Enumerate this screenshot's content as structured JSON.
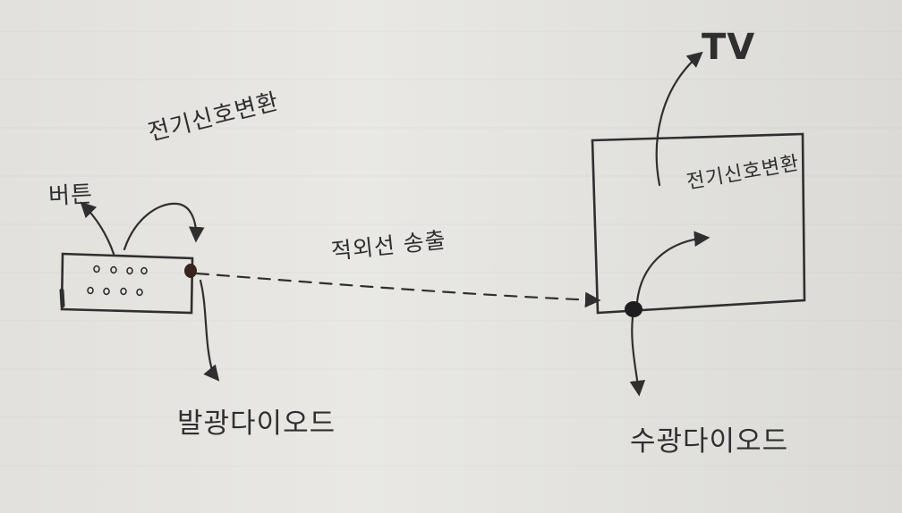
{
  "labels": {
    "button": "버튼",
    "electric_conversion_left": "전기신호변환",
    "infrared_transmission": "적외선 송출",
    "light_emitting_diode": "발광다이오드",
    "tv": "TV",
    "electric_conversion_right": "전기신호변환",
    "photodiode": "수광다이오드"
  },
  "colors": {
    "ink": "#2f2f2f",
    "paper": "#e7e6e2"
  }
}
